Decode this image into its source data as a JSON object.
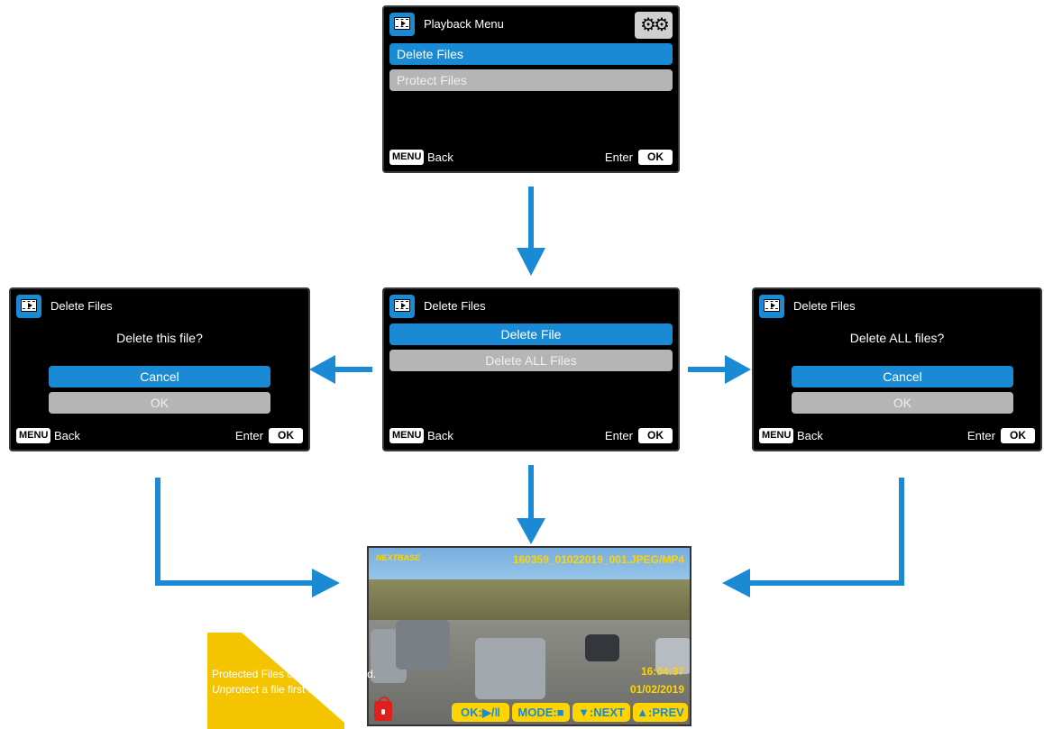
{
  "colors": {
    "accent": "#1a8ad4",
    "unselected": "#b5b5b5",
    "overlay_text": "#ffd400",
    "note_bg": "#f5c400"
  },
  "icons": {
    "playback": "playback-film-icon",
    "settings": "gears-icon",
    "lock": "lock-icon"
  },
  "screens": {
    "top": {
      "title": "Playback Menu",
      "items": [
        "Delete Files",
        "Protect Files"
      ],
      "menu_label": "MENU",
      "back_label": "Back",
      "enter_label": "Enter",
      "ok_label": "OK"
    },
    "middle": {
      "title": "Delete Files",
      "items": [
        "Delete File",
        "Delete ALL Files"
      ],
      "menu_label": "MENU",
      "back_label": "Back",
      "enter_label": "Enter",
      "ok_label": "OK"
    },
    "left": {
      "title": "Delete Files",
      "question": "Delete this file?",
      "items": [
        "Cancel",
        "OK"
      ],
      "menu_label": "MENU",
      "back_label": "Back",
      "enter_label": "Enter",
      "ok_label": "OK"
    },
    "right": {
      "title": "Delete Files",
      "question": "Delete ALL files?",
      "items": [
        "Cancel",
        "OK"
      ],
      "menu_label": "MENU",
      "back_label": "Back",
      "enter_label": "Enter",
      "ok_label": "OK"
    }
  },
  "video": {
    "logo": "NEXTBASE",
    "filename": "160359_01022019_001.JPEG/MP4",
    "time": "16:04:37",
    "date": "01/02/2019",
    "controls": [
      "OK:▶/‖",
      "MODE:■",
      "▼:NEXT",
      "▲:PREV"
    ]
  },
  "note": {
    "line1": "Protected Files cannot be deleted.",
    "line2_prefix": "Un",
    "line2_rest": "protect a file first to delete it."
  }
}
